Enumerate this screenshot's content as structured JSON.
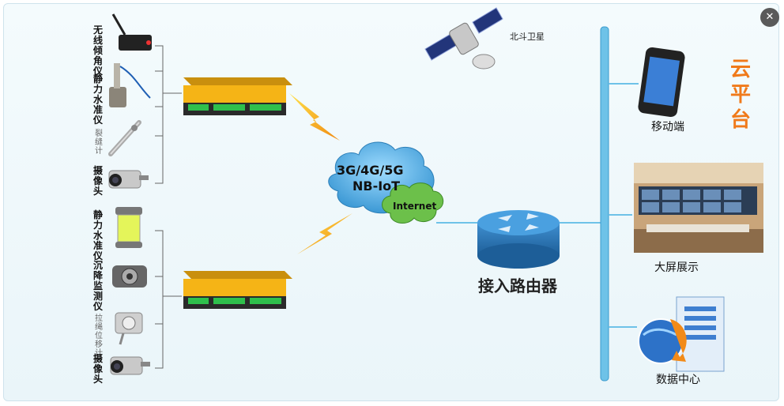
{
  "left_devices_group1": [
    {
      "label": "无线倾角仪",
      "icon": "tilt-sensor-icon"
    },
    {
      "label": "静力水准仪",
      "icon": "static-level-icon"
    },
    {
      "label": "裂缝计",
      "icon": "crack-meter-icon"
    },
    {
      "label": "摄像头",
      "icon": "camera-icon"
    }
  ],
  "left_devices_group2": [
    {
      "label": "静力水准仪",
      "icon": "static-level-icon"
    },
    {
      "label": "沉降监测仪",
      "icon": "settlement-monitor-icon"
    },
    {
      "label": "拉绳位移计",
      "icon": "wire-displacement-icon"
    },
    {
      "label": "摄像头",
      "icon": "camera-icon"
    }
  ],
  "network": {
    "cloud_line1": "3G/4G/5G",
    "cloud_line2": "NB-IoT",
    "internet": "Internet",
    "satellite": "北斗卫星",
    "router": "接入路由器"
  },
  "cloud_platform": {
    "title": "云平台",
    "mobile": "移动端",
    "big_screen": "大屏展示",
    "data_center": "数据中心"
  },
  "colors": {
    "gateway_yellow": "#f5b416",
    "bus_blue": "#6ec2e8",
    "cloud_blue": "#4aa8dc",
    "internet_green": "#6cc04a",
    "title_orange": "#f07a1a"
  }
}
